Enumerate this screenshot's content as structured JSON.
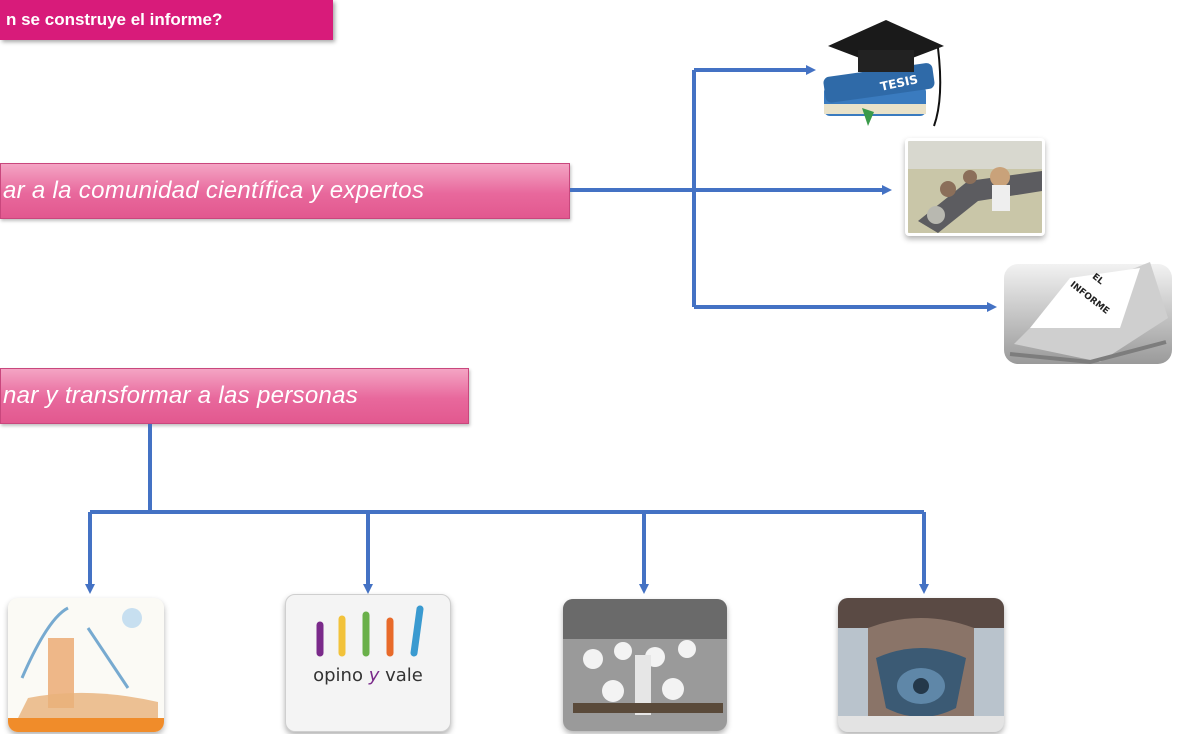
{
  "header": {
    "title": "n se construye el informe?"
  },
  "diagram": {
    "branch_a": {
      "label": "ar a la comunidad científica y expertos"
    },
    "branch_b": {
      "label": "nar y transformar a las personas"
    }
  },
  "thumbs": {
    "tesis": {
      "text": "TESIS"
    },
    "informe": {
      "line1": "EL",
      "line2": "INFORME"
    },
    "opino": {
      "word1": "opino",
      "y": "y",
      "word2": "vale"
    }
  },
  "colors": {
    "title_bg": "#d81b7a",
    "arrow": "#4472c4",
    "box_pink": "#e8689c"
  }
}
